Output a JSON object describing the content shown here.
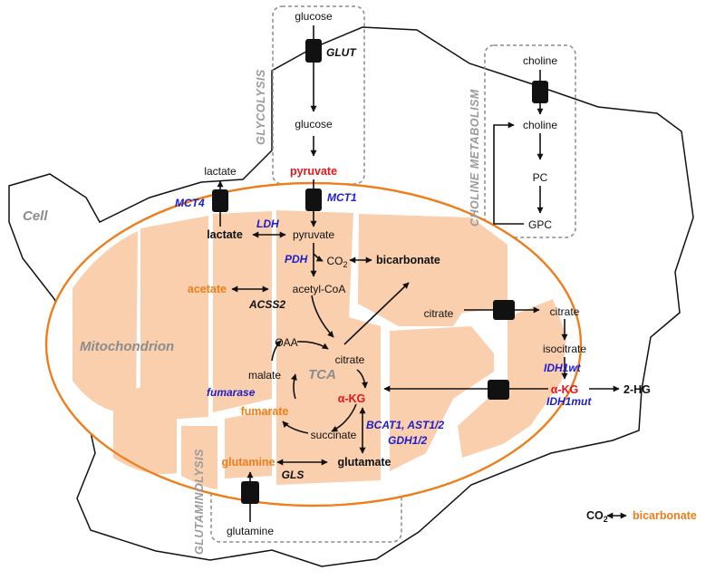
{
  "labels": {
    "cell": "Cell",
    "mitochondrion": "Mitochondrion",
    "tca": "TCA",
    "glycolysis": "GLYCOLYSIS",
    "choline_metabolism": "CHOLINE METABOLISM",
    "glutaminolysis": "GLUTAMINOLYSIS"
  },
  "metabolites": {
    "glucose_ext": "glucose",
    "glucose_int": "glucose",
    "pyruvate_cyto": "pyruvate",
    "lactate_ext": "lactate",
    "lactate_mito": "lactate",
    "pyruvate_mito": "pyruvate",
    "co2": "CO",
    "co2_sub": "2",
    "bicarbonate": "bicarbonate",
    "acetate": "acetate",
    "acetyl_coa": "acetyl-CoA",
    "oaa": "OAA",
    "citrate_tca": "citrate",
    "citrate_mito_out": "citrate",
    "citrate_cyto": "citrate",
    "isocitrate": "isocitrate",
    "akg_cyto": "α-KG",
    "two_hg": "2-HG",
    "malate": "malate",
    "fumarate": "fumarate",
    "akg_mito": "α-KG",
    "succinate": "succinate",
    "glutamine_mito": "glutamine",
    "glutamate": "glutamate",
    "glutamine_ext": "glutamine",
    "choline_ext": "choline",
    "choline_int": "choline",
    "pc": "PC",
    "gpc": "GPC",
    "legend_co2": "CO",
    "legend_co2_sub": "2",
    "legend_bicarbonate": "bicarbonate"
  },
  "enzymes": {
    "glut": "GLUT",
    "mct4": "MCT4",
    "mct1": "MCT1",
    "ldh": "LDH",
    "pdh": "PDH",
    "acss2": "ACSS2",
    "idh1wt": "IDH1wt",
    "idh1mut": "IDH1mut",
    "fumarase": "fumarase",
    "bcat": "BCAT1, AST1/2",
    "gdh": "GDH1/2",
    "gls": "GLS"
  },
  "colors": {
    "mitochondrion_fill": "#f9cfae",
    "mitochondrion_stroke": "#ef7d1a",
    "enzyme_blue": "#1d1dcc",
    "highlight_red": "#e8141b",
    "highlight_orange": "#ef7d1a",
    "cell_outline": "#111111",
    "box_dash": "#8c8c8c"
  },
  "icons": {
    "transporter": "transporter-block",
    "arrow": "arrow"
  }
}
